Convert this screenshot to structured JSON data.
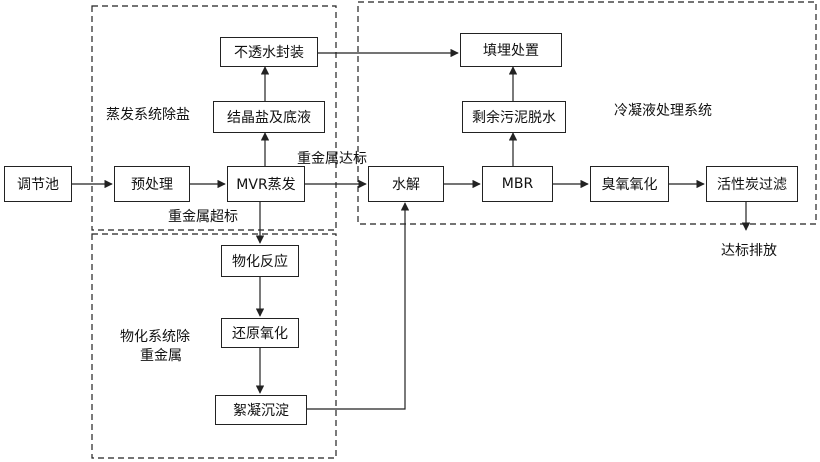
{
  "colors": {
    "line": "#222222",
    "background": "#ffffff"
  },
  "nodes": {
    "regulating_pool": "调节池",
    "pretreatment": "预处理",
    "mvr": "MVR蒸发",
    "crystal_salt": "结晶盐及底液",
    "impermeable": "不透水封装",
    "landfill": "填埋处置",
    "excess_sludge": "剩余污泥脱水",
    "hydrolysis": "水解",
    "mbr": "MBR",
    "ozone": "臭氧氧化",
    "carbon": "活性炭过滤",
    "physchem": "物化反应",
    "reduction": "还原氧化",
    "flocculation": "絮凝沉淀"
  },
  "labels": {
    "heavy_metal_ok": "重金属达标",
    "heavy_metal_exceed": "重金属超标",
    "discharge": "达标排放"
  },
  "regions": {
    "evaporation": "蒸发系统除盐",
    "condensate": "冷凝液处理系统",
    "physchem_line1": "物化系统除",
    "physchem_line2": "重金属"
  }
}
